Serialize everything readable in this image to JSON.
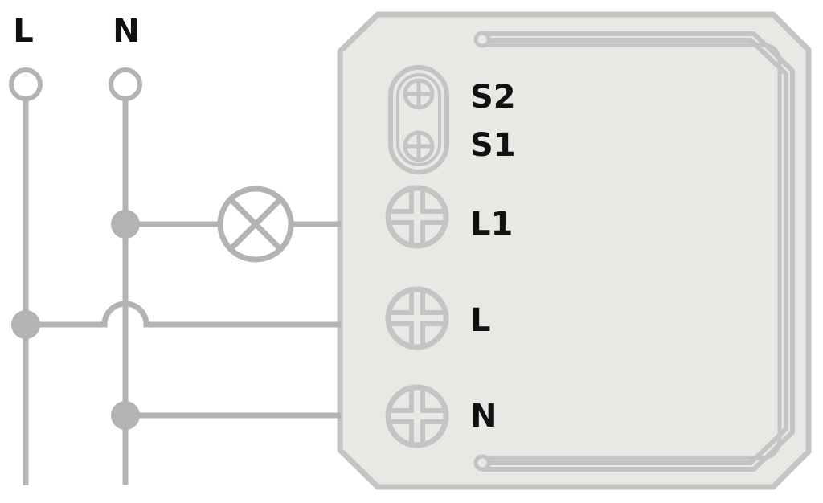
{
  "supply_labels": {
    "line": "L",
    "neutral": "N"
  },
  "terminals": [
    {
      "id": "s2",
      "label": "S2"
    },
    {
      "id": "s1",
      "label": "S1"
    },
    {
      "id": "l1",
      "label": "L1"
    },
    {
      "id": "l",
      "label": "L"
    },
    {
      "id": "n",
      "label": "N"
    }
  ],
  "colors": {
    "wire": "#b3b3b3",
    "device_fill": "#e8e8e5",
    "device_stroke": "#c4c4c4",
    "text": "#111111",
    "background": "#ffffff"
  },
  "icons": [
    "lamp-icon",
    "screw-terminal-icon",
    "junction-dot-icon"
  ]
}
